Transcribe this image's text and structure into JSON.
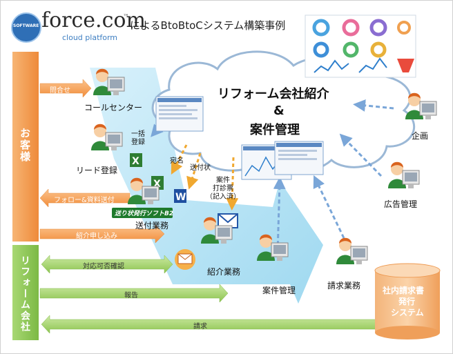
{
  "header": {
    "logo_badge": "SOFTWARE",
    "logo_brand": "force.com",
    "logo_tm": "™",
    "logo_sub": "cloud platform",
    "title": "によるBtoBtoCシステム構築事例"
  },
  "side": {
    "customer": "お客様",
    "company": "リフォーム会社"
  },
  "cloud": {
    "line1": "リフォーム会社紹介",
    "line2": "&",
    "line3": "案件管理"
  },
  "roles": {
    "call_center": "コールセンター",
    "lead": "リード登録",
    "shipping": "送付業務",
    "referral": "紹介業務",
    "case_mgmt": "案件管理",
    "billing": "請求業務",
    "planning": "企画",
    "ad_mgmt": "広告管理"
  },
  "notes": {
    "bulk_line1": "一括",
    "bulk_line2": "登録",
    "atena": "宛名",
    "sofujo": "送付状",
    "case_l1": "案件",
    "case_l2": "打診票",
    "case_l3": "（記入済）",
    "b2": "送り状発行ソフトB2"
  },
  "arrows": {
    "inquiry": "問合せ",
    "follow": "フォロー&資料送付",
    "apply": "紹介申し込み",
    "confirm": "対応可否確認",
    "report": "報告",
    "invoice": "請求"
  },
  "system": {
    "line1": "社内請求書",
    "line2": "発行",
    "line3": "システム"
  },
  "colors": {
    "orange": "#f6a25a",
    "green": "#a6d96a",
    "flow": "#bde5f6",
    "cloud_border": "#9bb8d6",
    "customer_bar": "#f39a4c",
    "company_bar": "#8ec554"
  }
}
